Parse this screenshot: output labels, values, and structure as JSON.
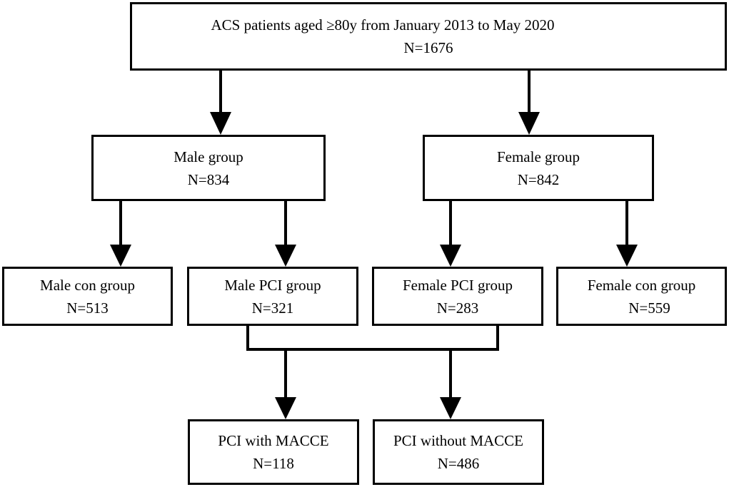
{
  "diagram": {
    "root": {
      "title": "ACS patients aged ≥80y from January 2013 to May 2020",
      "count": "N=1676"
    },
    "male_group": {
      "title": "Male group",
      "count": "N=834"
    },
    "female_group": {
      "title": "Female group",
      "count": "N=842"
    },
    "male_con_group": {
      "title": "Male con group",
      "count": "N=513"
    },
    "male_pci_group": {
      "title": "Male PCI group",
      "count": "N=321"
    },
    "female_pci_group": {
      "title": "Female PCI group",
      "count": "N=283"
    },
    "female_con_group": {
      "title": "Female con group",
      "count": "N=559"
    },
    "pci_with_macce": {
      "title": "PCI with MACCE",
      "count": "N=118"
    },
    "pci_without_macce": {
      "title": "PCI without MACCE",
      "count": "N=486"
    }
  }
}
